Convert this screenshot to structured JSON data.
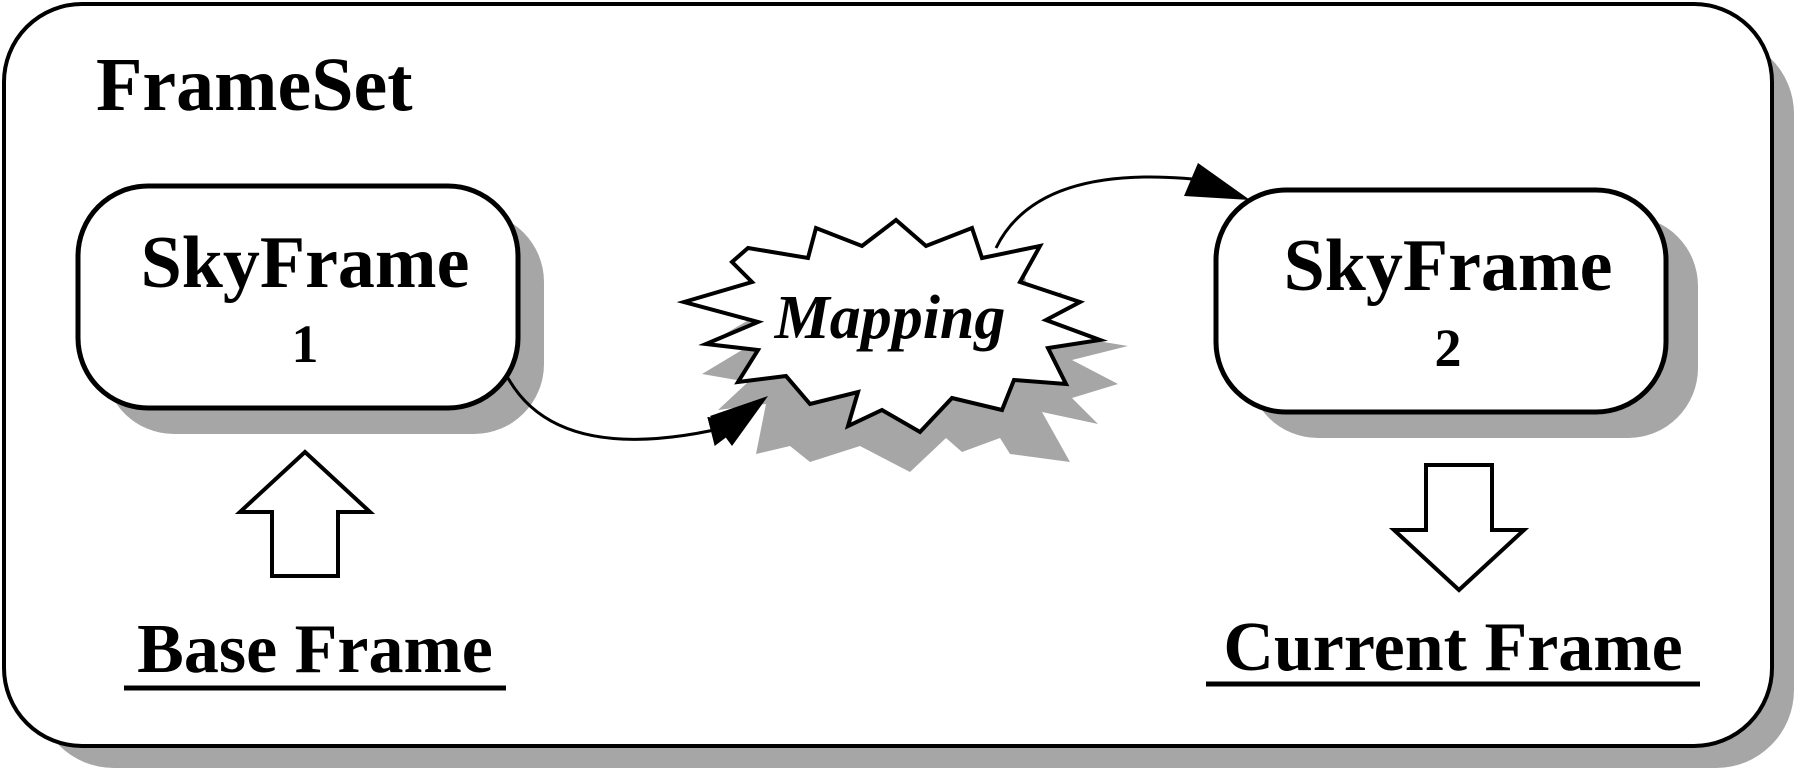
{
  "frameset": {
    "title": "FrameSet"
  },
  "frames": [
    {
      "name": "SkyFrame",
      "index": "1"
    },
    {
      "name": "SkyFrame",
      "index": "2"
    }
  ],
  "mapping": {
    "label": "Mapping"
  },
  "labels": {
    "base": "Base Frame",
    "current": "Current Frame"
  },
  "colors": {
    "stroke": "#000000",
    "shadow": "#a6a6a6",
    "fill": "#ffffff"
  }
}
